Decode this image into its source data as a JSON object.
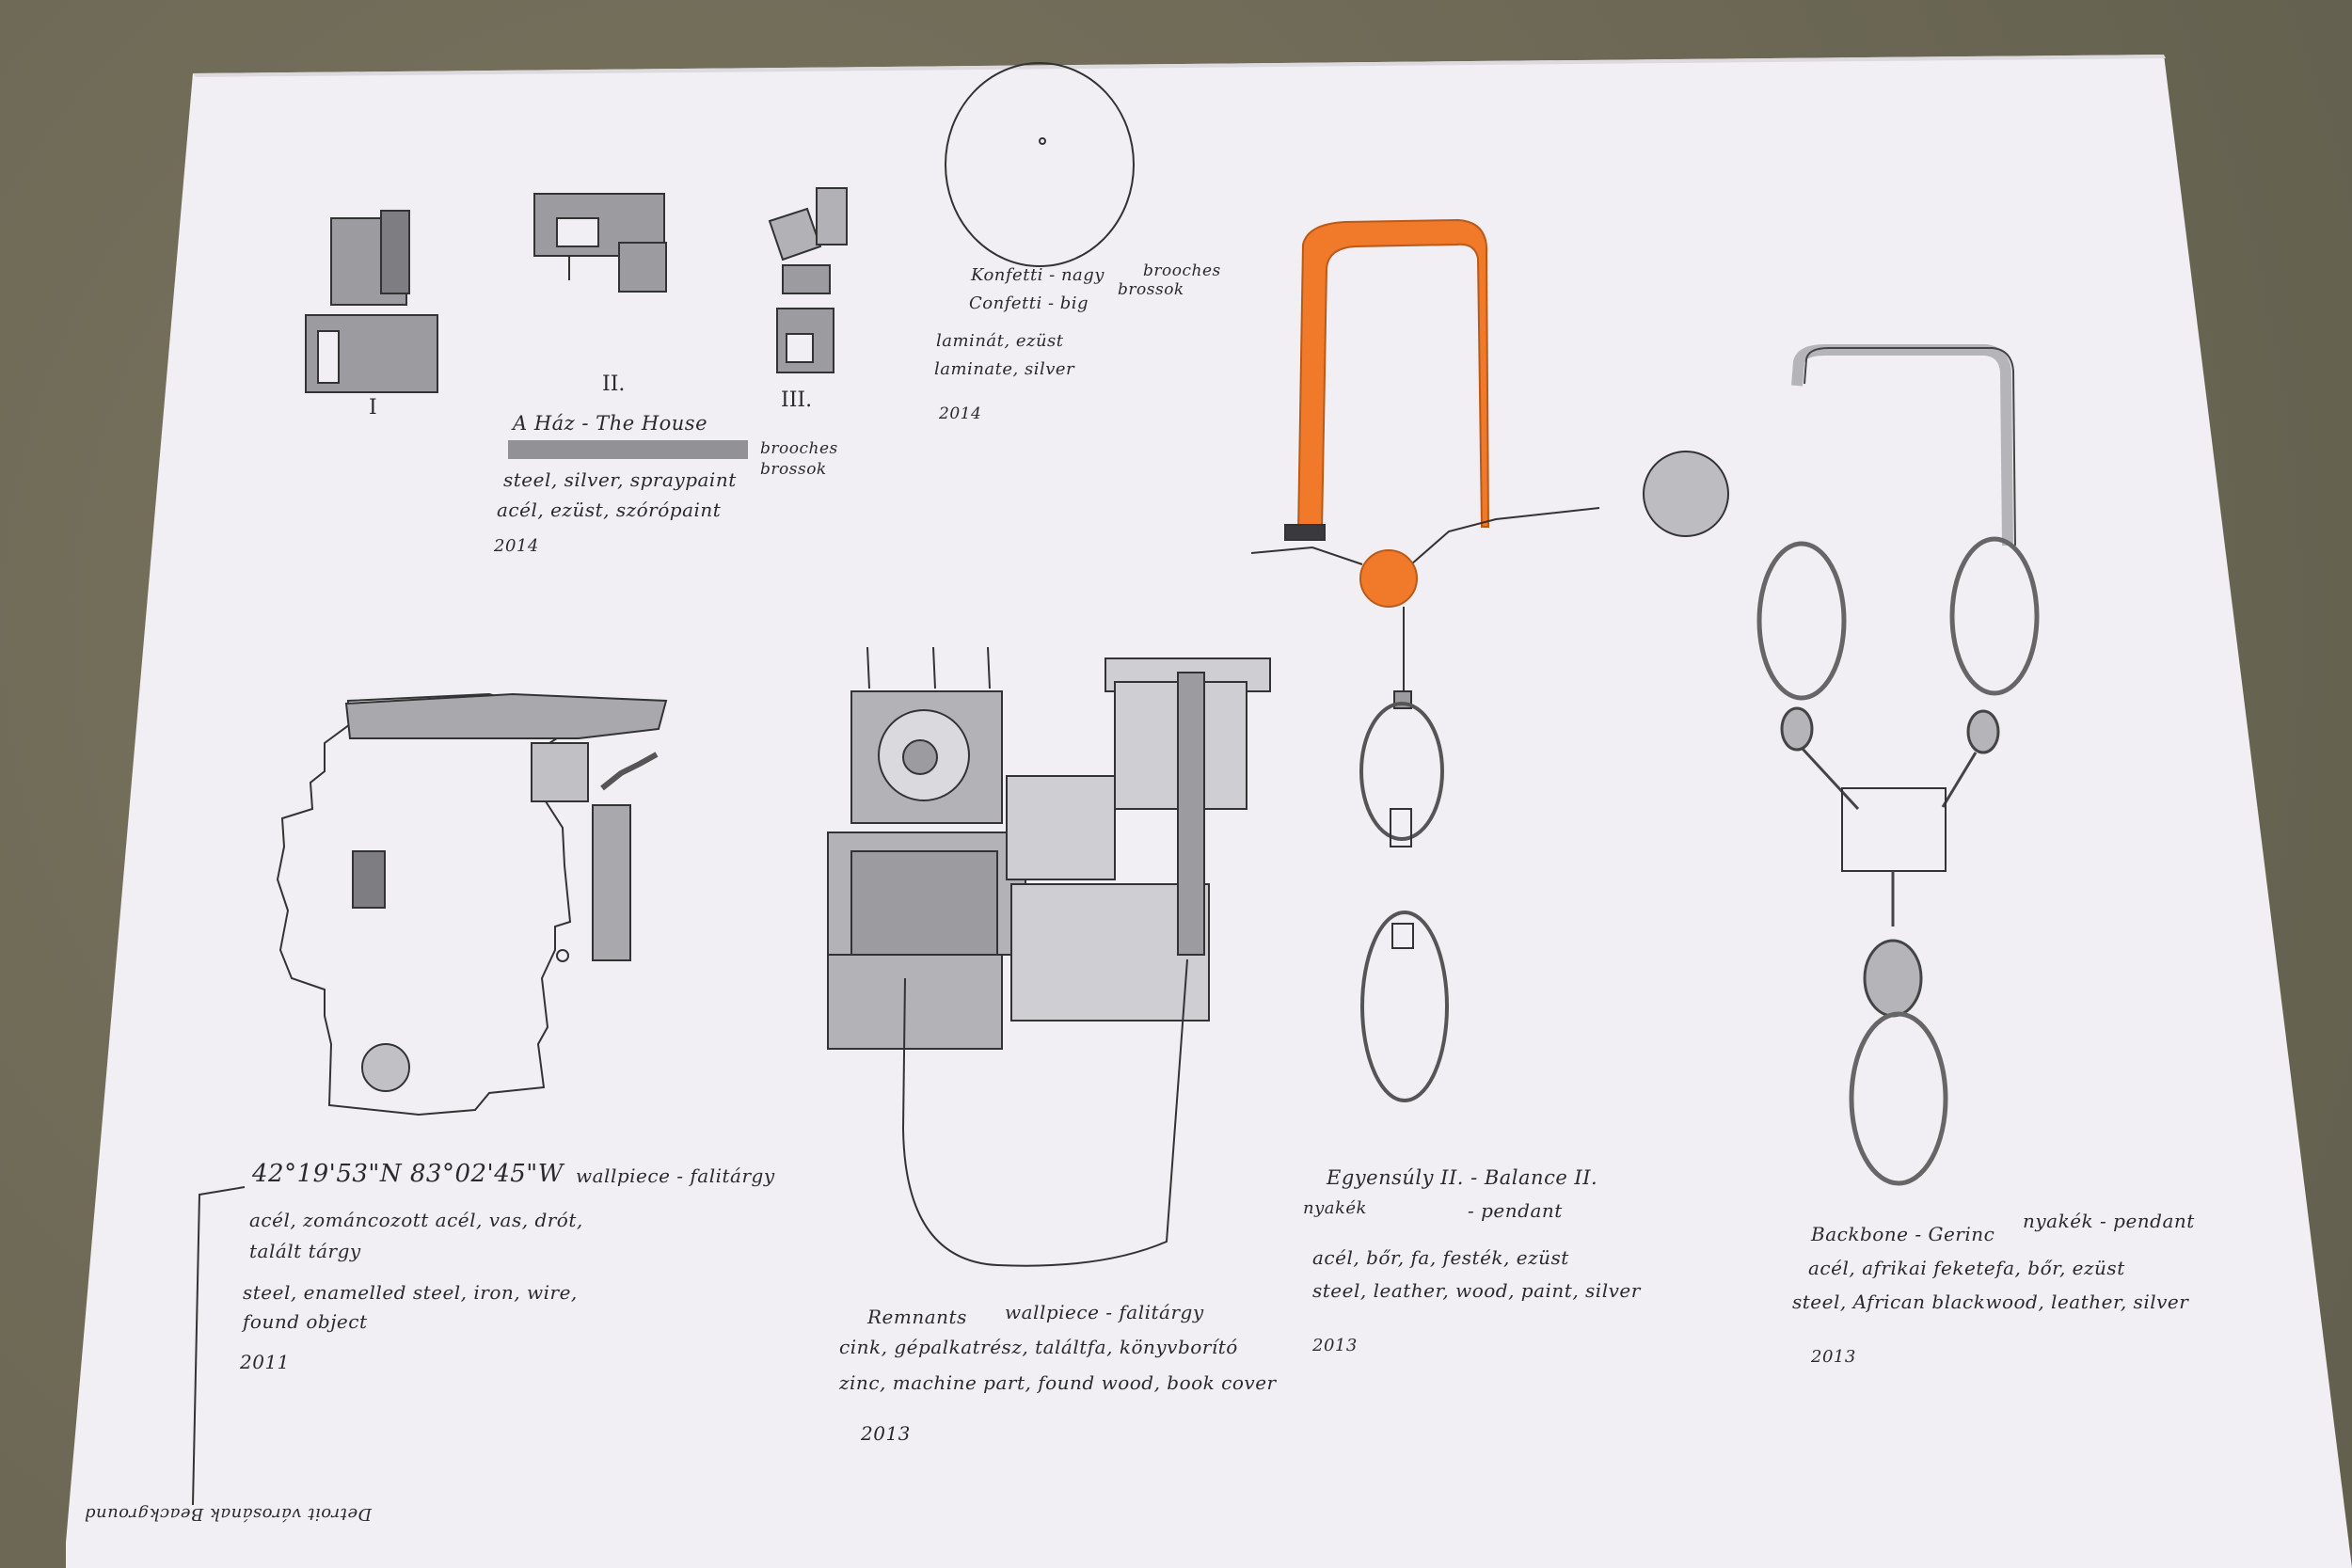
{
  "sketches": {
    "house": {
      "numerals": [
        "I",
        "II.",
        "III."
      ],
      "title": "A Ház   - The House",
      "type": "brooches\nbrossok",
      "materials_en": "steel, silver, spraypaint",
      "materials_hu": "acél, ezüst, szórópaint",
      "year": "2014"
    },
    "konfetti": {
      "title_hu": "Konfetti - nagy",
      "title_en": "Confetti - big",
      "type_en": "brooches",
      "type_hu": "brossok",
      "materials_hu": "laminát, ezüst",
      "materials_en": "laminate, silver",
      "year": "2014"
    },
    "coordinates": {
      "title": "42°19'53\"N  83°02'45\"W",
      "type": "wallpiece - falitárgy",
      "materials_hu_1": "acél, zománcozott acél, vas, drót,",
      "materials_hu_2": "talált tárgy",
      "materials_en_1": "steel, enamelled steel, iron, wire,",
      "materials_en_2": "found object",
      "year": "2011"
    },
    "remnants": {
      "title": "Remnants",
      "type": "wallpiece - falitárgy",
      "materials_hu": "cink, gépalkatrész, találtfa, könyvborító",
      "materials_en": "zinc, machine part, found wood, book cover",
      "year": "2013"
    },
    "balance": {
      "title": "Egyensúly II. - Balance II.",
      "type_hu": "nyakék",
      "type_en": "- pendant",
      "materials_hu": "acél, bőr, fa, festék, ezüst",
      "materials_en": "steel, leather, wood, paint, silver",
      "year": "2013"
    },
    "backbone": {
      "title": "Backbone - Gerinc",
      "type": "nyakék - pendant",
      "materials_hu": "acél, afrikai feketefa, bőr, ezüst",
      "materials_en": "steel, African blackwood, leather, silver",
      "year": "2013"
    }
  },
  "footnote": "Detroit városának Beackground",
  "colors": {
    "paper": "#f1eff3",
    "ink": "#2a2a2e",
    "pencil": "#9a9a9e",
    "orange": "#f07a2a",
    "floor": "#6f6b58"
  }
}
